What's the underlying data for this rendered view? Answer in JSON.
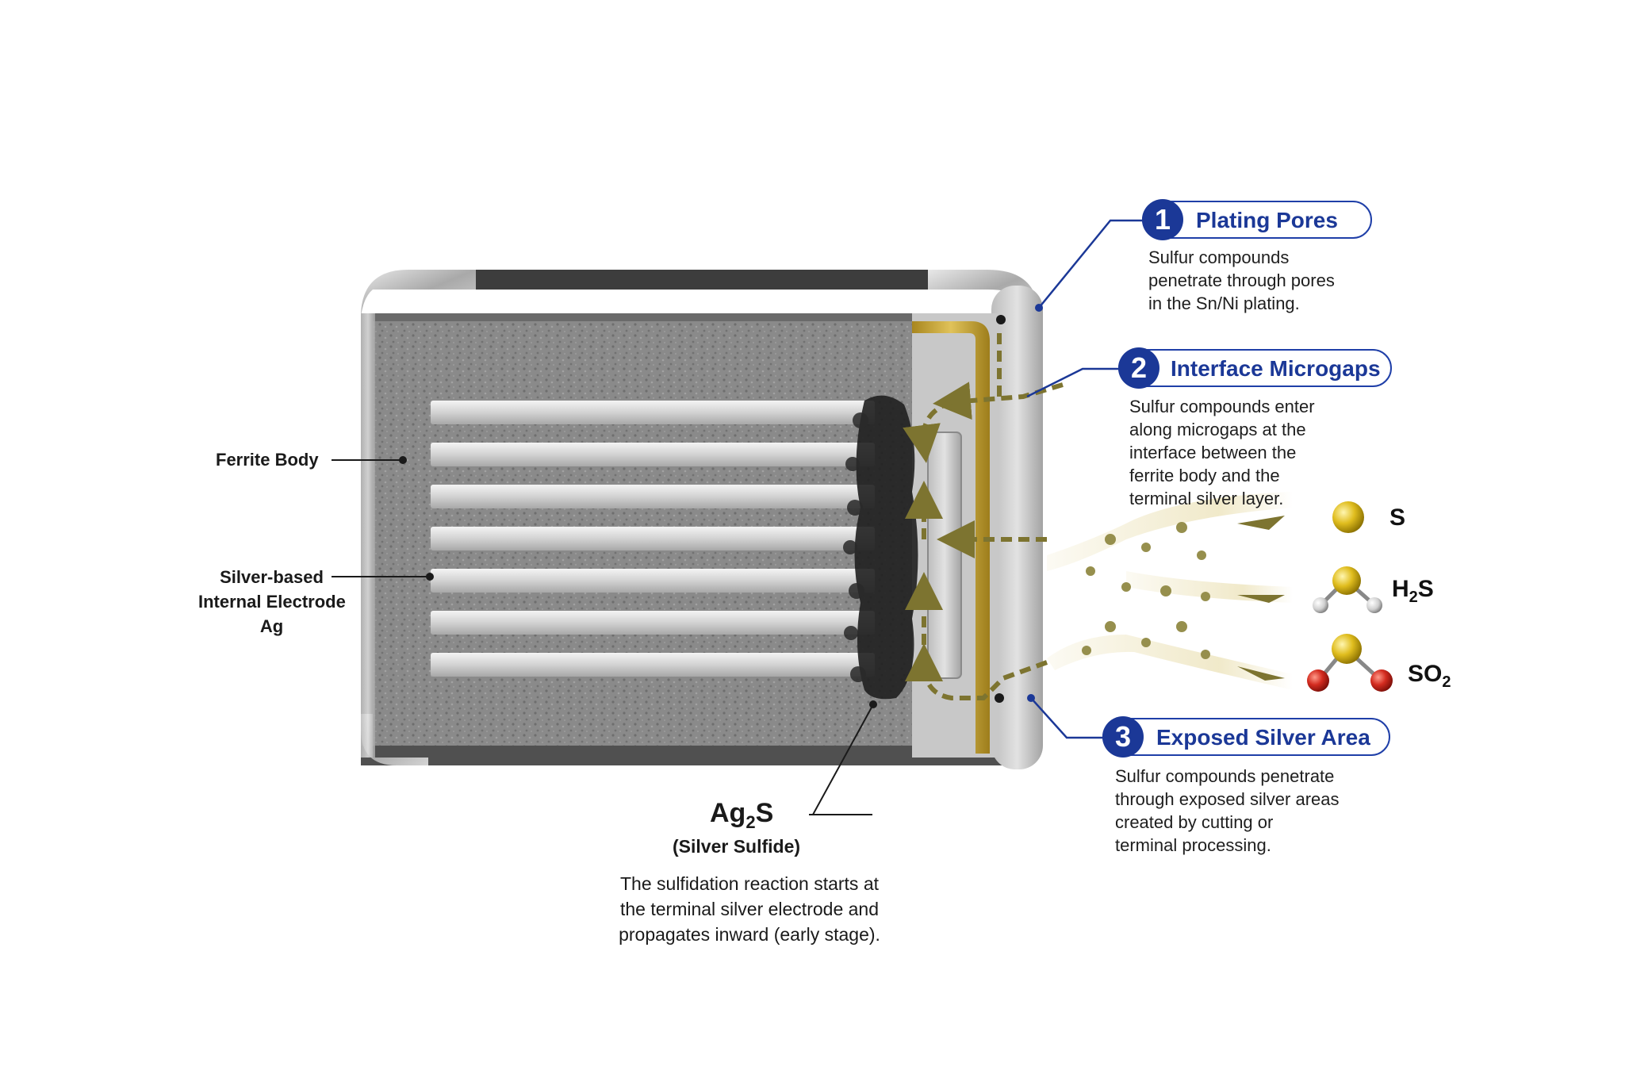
{
  "labels": {
    "ferrite_body": "Ferrite Body",
    "electrode_line1": "Silver-based",
    "electrode_line2": "Internal Electrode",
    "electrode_line3": "Ag",
    "ag2s_main": "Ag",
    "ag2s_sub": "2",
    "ag2s_end": "S",
    "ag2s_name": "(Silver Sulfide)",
    "reaction_line1": "The sulfidation reaction starts at",
    "reaction_line2": "the terminal silver electrode and",
    "reaction_line3": "propagates inward (early stage)."
  },
  "steps": [
    {
      "number": "1",
      "title": "Plating Pores",
      "desc": [
        "Sulfur compounds",
        "penetrate through pores",
        "in the Sn/Ni plating."
      ]
    },
    {
      "number": "2",
      "title": "Interface Microgaps",
      "desc": [
        "Sulfur compounds enter",
        "along microgaps at the",
        "interface between the",
        "ferrite body and the",
        "terminal silver layer."
      ]
    },
    {
      "number": "3",
      "title": "Exposed Silver Area",
      "desc": [
        "Sulfur compounds penetrate",
        "through exposed silver areas",
        "created by cutting or",
        "terminal processing."
      ]
    }
  ],
  "molecules": [
    {
      "formula": "S",
      "sub": "",
      "end": ""
    },
    {
      "formula": "H",
      "sub": "2",
      "end": "S"
    },
    {
      "formula": "SO",
      "sub": "2",
      "end": ""
    }
  ],
  "colors": {
    "step_blue": "#1b3897",
    "sulfur_yellow": "#d9b516",
    "oxygen_red": "#c8281f",
    "gold_layer": "#c9a530",
    "arrow_olive": "#7d7430"
  }
}
